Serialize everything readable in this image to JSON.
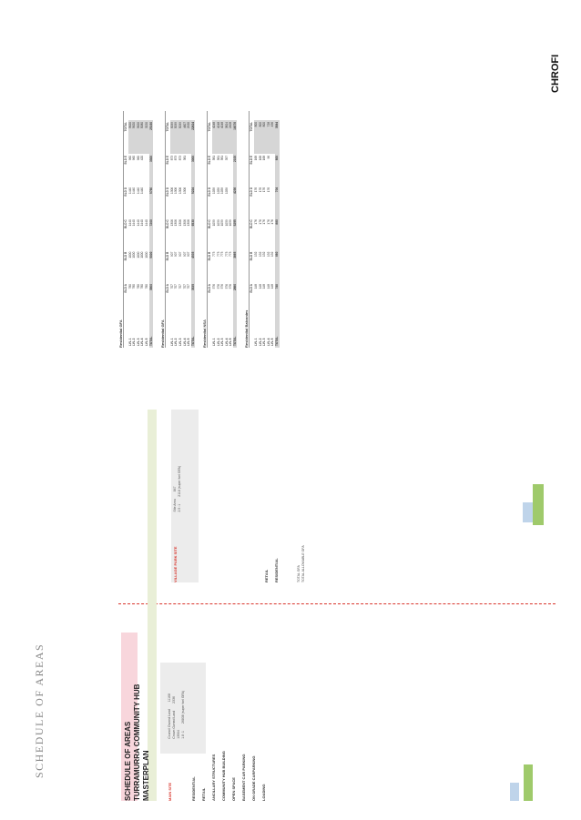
{
  "doc": {
    "title": "SCHEDULE OF AREAS",
    "subtitle": "TURRAMURRA COMMUNITY HUB MASTERPLAN",
    "left_caption": "SCHEDULE OF AREAS",
    "brand": "CHROFI"
  },
  "main_site": {
    "label": "MAIN SITE",
    "council_owned_land_label": "Council Owned Land",
    "council_owned_land_value": "11168",
    "crown_owned_land_label": "Crown Owned Land",
    "crown_owned_land_value": "2336",
    "total_value": "13504",
    "fsr_value": "1.8 :1",
    "gfa_note": "26838  (super lvel GFA)"
  },
  "village_park": {
    "label": "VILLAGE PARK SITE",
    "site_area_label": "Site Area",
    "site_area_value": "847",
    "fsr_value": "2.5 :1",
    "gfa_note": "2118  (super lvel GFA)"
  },
  "sections": {
    "residential": "RESIDENTIAL",
    "retail": "RETAIL",
    "ancillary": "ANCILLARY STRUCTURES",
    "community_hub": "COMMUNITY HUB BUILDING",
    "open_space": "OPEN SPACE",
    "car_parking": "BASEMENT CAR PARKING",
    "on_grade": "ON GRADE CARPARKING",
    "loading": "LOADING",
    "retail_right": "RETAIL",
    "residential_right": "RESIDENTIAL"
  },
  "totals": {
    "total_gfa_label": "TOTAL GFA",
    "total_allowable_gfa_label": "TOTAL ALLOWABLE GFA"
  },
  "right_tables": [
    {
      "title": "Residential GFA",
      "headers": [
        "BLD A",
        "BLD B",
        "BLD C",
        "BLD D",
        "BLD E",
        "TOTAL"
      ],
      "rows": [
        {
          "label": "LVL 1",
          "values": [
            "780",
            "1000",
            "1440",
            "1440",
            "960",
            "5620"
          ]
        },
        {
          "label": "LVL 2",
          "values": [
            "780",
            "1000",
            "1440",
            "1440",
            "960",
            "5620"
          ]
        },
        {
          "label": "LVL 3",
          "values": [
            "780",
            "1000",
            "1440",
            "1440",
            "960",
            "5620"
          ]
        },
        {
          "label": "LVL 4",
          "values": [
            "780",
            "1000",
            "1440",
            "1440",
            "420",
            "5080"
          ]
        },
        {
          "label": "LVL 5",
          "values": [
            "780",
            "1000",
            "1440",
            "",
            "",
            "3220"
          ]
        }
      ],
      "total": [
        "3900",
        "5000",
        "7200",
        "5760",
        "3300",
        "25160"
      ]
    },
    {
      "title": "Residential GFA",
      "headers": [
        "BLD A",
        "BLD B",
        "BLD C",
        "BLD D",
        "BLD E",
        "TOTAL"
      ],
      "rows": [
        {
          "label": "LVL 1",
          "values": [
            "707",
            "907",
            "1306",
            "1306",
            "873",
            "5099"
          ]
        },
        {
          "label": "LVL 2",
          "values": [
            "707",
            "907",
            "1306",
            "1306",
            "873",
            "5099"
          ]
        },
        {
          "label": "LVL 3",
          "values": [
            "707",
            "907",
            "1306",
            "1306",
            "873",
            "5099"
          ]
        },
        {
          "label": "LVL 4",
          "values": [
            "707",
            "907",
            "1306",
            "1306",
            "381",
            "4607"
          ]
        },
        {
          "label": "LVL 5",
          "values": [
            "707",
            "907",
            "1306",
            "",
            "",
            "2920"
          ]
        }
      ],
      "total": [
        "3535",
        "4535",
        "6530",
        "5224",
        "3000",
        "22824"
      ]
    },
    {
      "title": "Residential NSA",
      "headers": [
        "BLD A",
        "BLD B",
        "BLD C",
        "BLD D",
        "BLD E",
        "TOTAL"
      ],
      "rows": [
        {
          "label": "LVL 1",
          "values": [
            "576",
            "773",
            "1059",
            "1059",
            "581",
            "4048"
          ]
        },
        {
          "label": "LVL 2",
          "values": [
            "576",
            "773",
            "1059",
            "1059",
            "581",
            "4048"
          ]
        },
        {
          "label": "LVL 3",
          "values": [
            "576",
            "773",
            "1059",
            "1059",
            "581",
            "4048"
          ]
        },
        {
          "label": "LVL 4",
          "values": [
            "576",
            "773",
            "1059",
            "1059",
            "357",
            "3824"
          ]
        },
        {
          "label": "LVL 5",
          "values": [
            "576",
            "773",
            "1059",
            "",
            "",
            "2408"
          ]
        }
      ],
      "total": [
        "2880",
        "3865",
        "5295",
        "4236",
        "2100",
        "18376"
      ]
    },
    {
      "title": "Residential Balconies",
      "headers": [
        "BLD A",
        "BLD B",
        "BLD C",
        "BLD D",
        "BLD E",
        "TOTAL"
      ],
      "rows": [
        {
          "label": "LVL 1",
          "values": [
            "148",
            "132",
            "176",
            "176",
            "168",
            "800"
          ]
        },
        {
          "label": "LVL 2",
          "values": [
            "148",
            "132",
            "176",
            "176",
            "168",
            "800"
          ]
        },
        {
          "label": "LVL 3",
          "values": [
            "148",
            "132",
            "176",
            "176",
            "168",
            "800"
          ]
        },
        {
          "label": "LVL 4",
          "values": [
            "148",
            "132",
            "176",
            "176",
            "96",
            "728"
          ]
        },
        {
          "label": "LVL 5",
          "values": [
            "148",
            "132",
            "176",
            "",
            "",
            "456"
          ]
        }
      ],
      "total": [
        "740",
        "660",
        "880",
        "704",
        "600",
        "3584"
      ]
    }
  ]
}
